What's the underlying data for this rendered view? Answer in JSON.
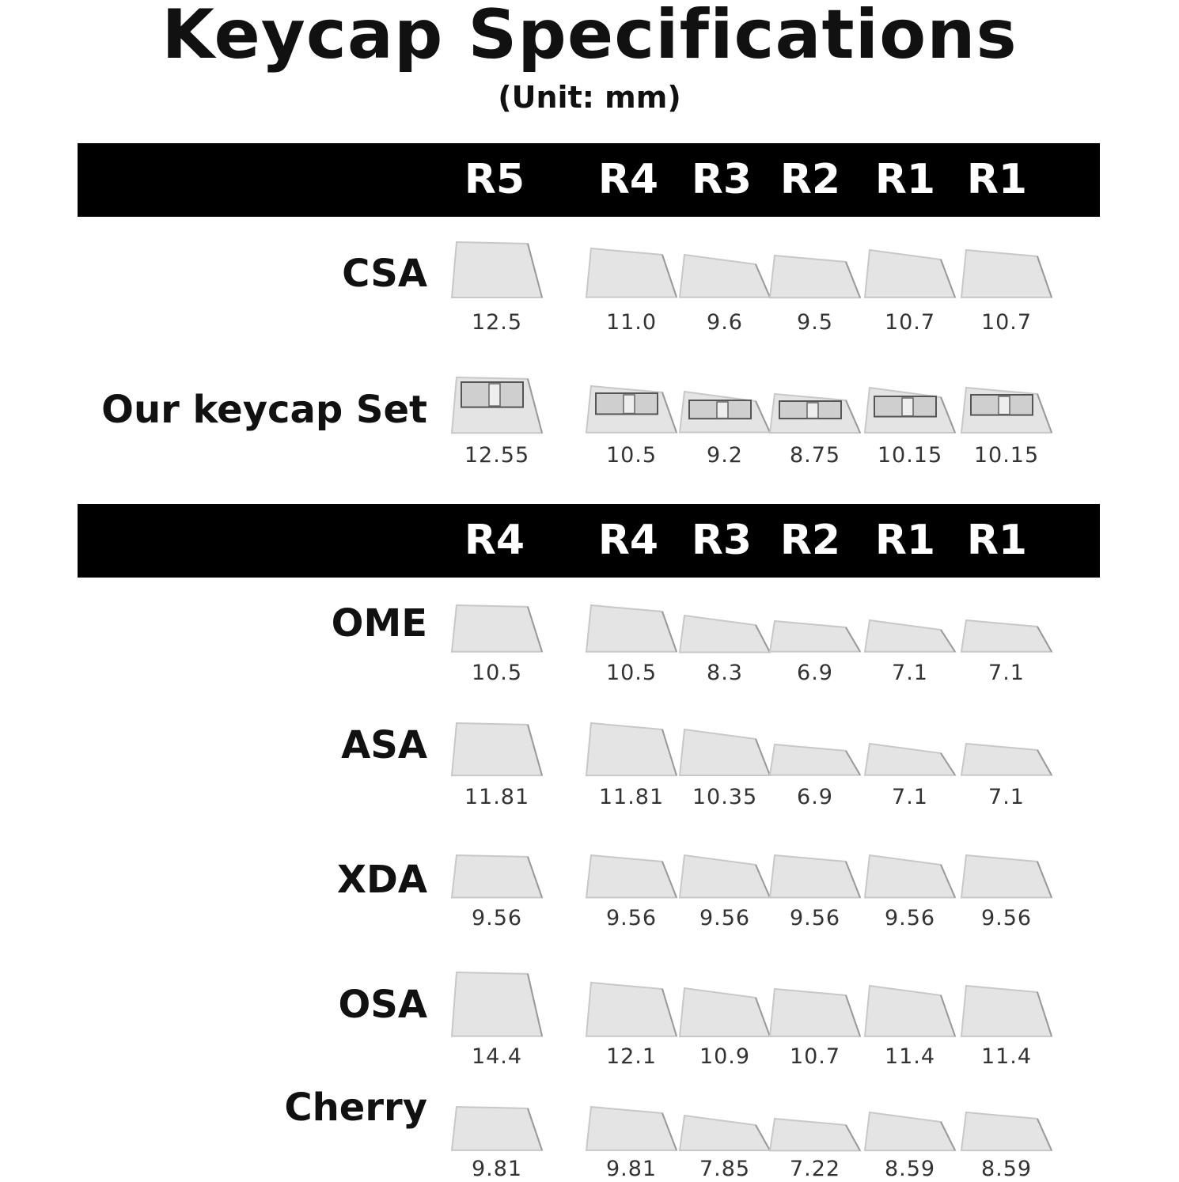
{
  "header": {
    "title": "Keycap Specifications",
    "subtitle": "(Unit: mm)"
  },
  "tables": [
    {
      "rows_header": [
        "R5",
        "R4",
        "R3",
        "R2",
        "R1",
        "R1"
      ],
      "profiles": [
        {
          "name": "CSA",
          "style": "solid",
          "heights": [
            "12.5",
            "11.0",
            "9.6",
            "9.5",
            "10.7",
            "10.7"
          ]
        },
        {
          "name": "Our keycap Set",
          "style": "transparent",
          "heights": [
            "12.55",
            "10.5",
            "9.2",
            "8.75",
            "10.15",
            "10.15"
          ]
        }
      ]
    },
    {
      "rows_header": [
        "R4",
        "R4",
        "R3",
        "R2",
        "R1",
        "R1"
      ],
      "profiles": [
        {
          "name": "OME",
          "style": "solid",
          "heights": [
            "10.5",
            "10.5",
            "8.3",
            "6.9",
            "7.1",
            "7.1"
          ]
        },
        {
          "name": "ASA",
          "style": "solid",
          "heights": [
            "11.81",
            "11.81",
            "10.35",
            "6.9",
            "7.1",
            "7.1"
          ]
        },
        {
          "name": "XDA",
          "style": "solid",
          "heights": [
            "9.56",
            "9.56",
            "9.56",
            "9.56",
            "9.56",
            "9.56"
          ]
        },
        {
          "name": "OSA",
          "style": "solid",
          "heights": [
            "14.4",
            "12.1",
            "10.9",
            "10.7",
            "11.4",
            "11.4"
          ]
        },
        {
          "name": "Cherry",
          "style": "solid",
          "heights": [
            "9.81",
            "9.81",
            "7.85",
            "7.22",
            "8.59",
            "8.59"
          ]
        }
      ]
    }
  ],
  "colors": {
    "header_bar": "#000000",
    "header_text": "#ffffff",
    "keycap_fill": "#e4e4e4",
    "keycap_edge": "#c8c8c8"
  }
}
